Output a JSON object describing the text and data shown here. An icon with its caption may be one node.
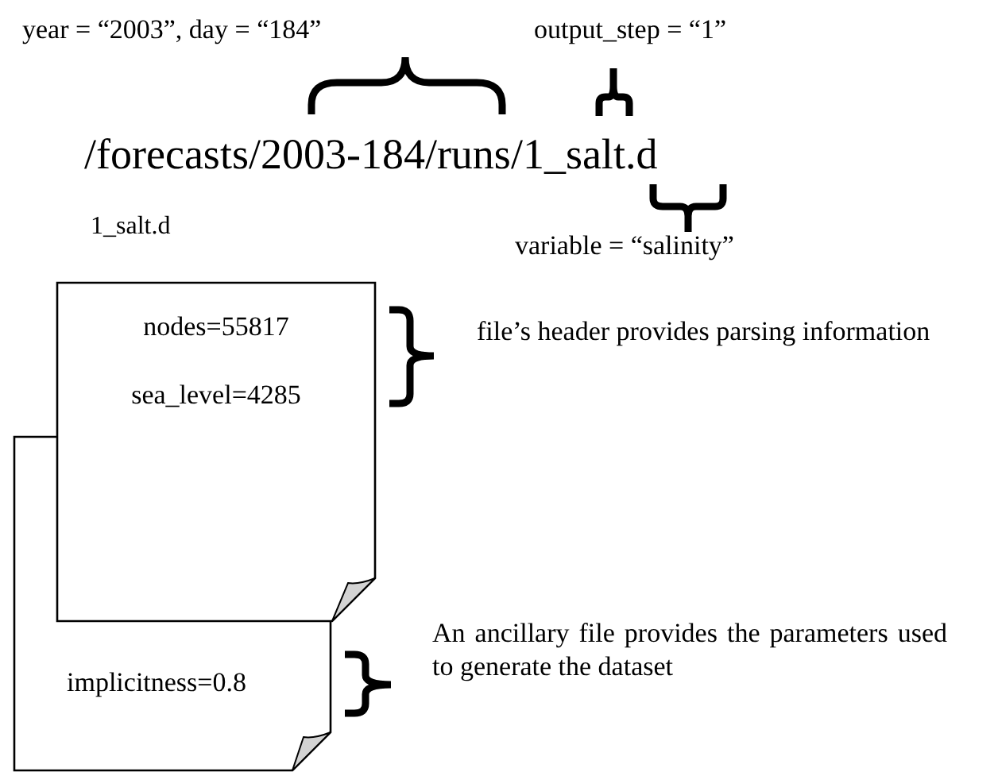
{
  "diagram": {
    "nodes": [
      {
        "text": [
          "1_salt.d",
          "nodes=55817",
          "sea_level=4285"
        ]
      },
      {
        "text": [
          "implicitness=0.8"
        ]
      }
    ],
    "labels": [
      "year = “2003”,  day = “184”",
      "output_step = “1”",
      "/forecasts/2003-184/runs/1_salt.d",
      "variable = “salinity”",
      "file’s header provides parsing information",
      "An ancillary file provides the parameters used to generate the dataset"
    ]
  }
}
